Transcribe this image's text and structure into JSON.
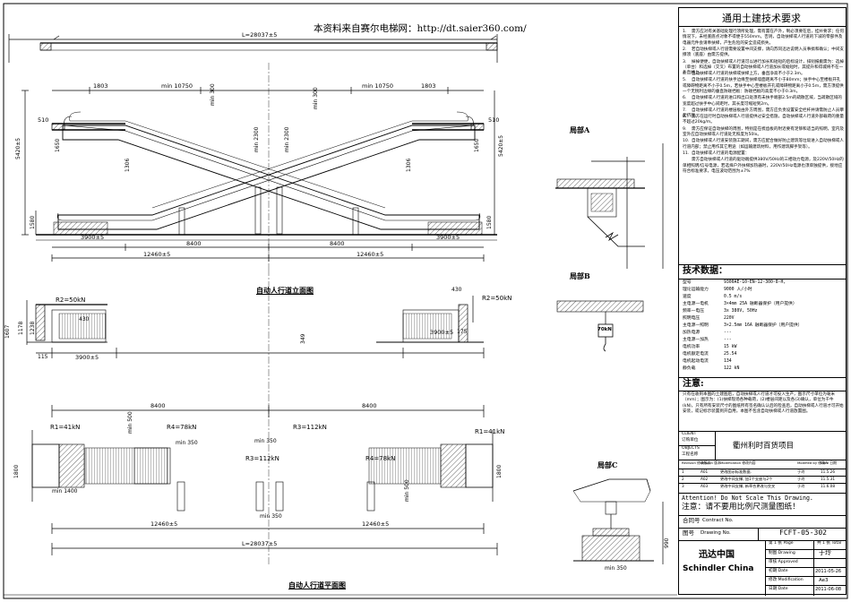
{
  "watermark": "本资料来自赛尔电梯网：http://dt.saier360.com/",
  "views": {
    "elevation_title": "自动人行道立面图",
    "plan_title": "自动人行道平面图",
    "detail_a": "局部A",
    "detail_b": "局部B",
    "detail_c": "局部C"
  },
  "dimensions": {
    "overall_top": "L=28037±5",
    "overall_bottom": "L=28037±5",
    "d1803": "1803",
    "min10750": "min 10750",
    "d510": "510",
    "d5420": "5420±5",
    "d8400": "8400",
    "d12460": "12460±5",
    "d3900": "3900±5",
    "d430": "430",
    "d1178": "1178",
    "d1238": "1238",
    "d1607": "1607",
    "d175": "175",
    "d115": "115",
    "d349": "349",
    "d1800": "1800",
    "min1400": "min 1400",
    "min350": "min 350",
    "min500": "min 500",
    "min300": "min 300",
    "min2300": "min 2300",
    "d1650": "1650",
    "d1306": "1306",
    "d1580": "1580",
    "d990": "990"
  },
  "loads": {
    "r2_top": "R2=50kN",
    "r2_left": "R2=50kN",
    "r1_left": "R1=41kN",
    "r4_left": "R4=78kN",
    "r3_left": "R3=112kN",
    "r3_mid": "R3=112kN",
    "r4_right": "R4=78kN",
    "r1_right": "R1=41kN",
    "detail_b_load": "70kN"
  },
  "requirements": {
    "title": "通用土建技术要求",
    "items": [
      {
        "n": "1.",
        "text": "需方应对有关基础处理行须所处理，需有置在产外，制必须要在后，挂补要求；任何情况下，未经底底点对象不得便于550mm。否则，自动扶梯或人行道的下减的零部件及电器元件会请奉扶梯，产生危险的安全造成损失。"
      },
      {
        "n": "2.",
        "text": "若自动扶梯或人行道需要设置中间支撑，请向苏同迅达说明入员事搞和确认；中间支撑须（底座）由需方提供。"
      },
      {
        "n": "3.",
        "text": "掉掉便便，自动扶梯或人行道可以进行加长和短短的后标设计，排别报搬需为：选掉（单台）和选掉（交叉）布置的自动扶梯或人行道加长或缩短时，其提升和得城将不在一条直线上。"
      },
      {
        "n": "4.",
        "text": "自动扶梯或人行道的扶梯或扶梯上方，垂直净高不小于2.3m。"
      },
      {
        "n": "5.",
        "text": "自动扶梯或人行道的扶手边缘至扶梯墙面距离不小于80mm；扶手中心至楼板开孔或障碍物距离不小于0.5m，若扶手中心至楼板开孔或障碍物距离小于0.5m，需方须提供一个无锐利边缘的垂直防碰挡板：防碰挡板的高度不小于0.3m。"
      },
      {
        "n": "6.",
        "text": "自动扶梯或人行道的进口和出口处须有未扶手端部2.5m的疏散区域，当疏散区域的宽度超过扶手中心间距时，其长度可缩短到2m。"
      },
      {
        "n": "7.",
        "text": "自动扶梯或人行道的楼层板由外方周围，需方应负责设置安全栏杆并请需防止人员攀爬挤压。"
      },
      {
        "n": "8.",
        "text": "需方在运行时自动扶梯或人行道提供过安全措施，自动扶梯或人行道外部载荷的重量不超过20kg/m。"
      },
      {
        "n": "9.",
        "text": "需方应保证自动扶梯的周围，特别是在梳齿板的附近要有足够和适当的照明，室内及室外应自动扶梯或人行道处无照度为50lx。"
      },
      {
        "n": "10.",
        "text": "自动扶梯或人行道安装施工期间，需方应配合做好防止建筑等垃圾进入自动扶梯或人行道内部；禁止用作其它用途（如运输建筑材料，用作建筑脚手架等）。"
      },
      {
        "n": "11.",
        "text": "自动扶梯或人行道的电源配置："
      },
      {
        "n": "",
        "text": "需方自动扶梯或人行道的驱动端提供380V/50Hz的三相动力电源，及220V/50Hz的单相照明/信号电源，若选择户外扶梯加热器时，220V/50Hz电源也须单独提供，接地应符合标准要求，电压波动范围为±7%"
      }
    ]
  },
  "tech_data": {
    "title": "技术数据：",
    "rows": [
      {
        "label": "型号",
        "value": "9300AE-10-EN-12-300-8-H,"
      },
      {
        "label": "理论运输能力",
        "value": "9000 人/小时"
      },
      {
        "label": "速度",
        "value": "0.5 m/s"
      },
      {
        "label": "主电源—电机",
        "value": "3×4mm   25A 融断器保护（用户提供）"
      },
      {
        "label": "频率—电压",
        "value": "3x 380V, 50Hz"
      },
      {
        "label": "照明电压",
        "value": "220V"
      },
      {
        "label": "主电源—照明",
        "value": "3×2.5mm    16A 融断器保护（用户提供）"
      },
      {
        "label": "加热电源",
        "value": "---"
      },
      {
        "label": "主电源—加热",
        "value": "---"
      },
      {
        "label": "电机功率",
        "value": "15 kW"
      },
      {
        "label": "电机额定电流",
        "value": "25.54"
      },
      {
        "label": "电机起动电流",
        "value": "134"
      },
      {
        "label": "静负载",
        "value": "122 kN"
      }
    ]
  },
  "notes": {
    "title": "注意:",
    "text": "只有在收到本图的土建图后，自动扶梯或人行道才可投入生产，图示尺寸单位为毫米（mm）；图示为：(1)扶梯现场各种载荷，(2)楼层间距以及各(3)确认，单位为千牛(kN)，只有所有安装尺寸的图纸所有签名确认认后的检查后，自动扶梯或人行道才可开始安装，或记标示装置到开自用，本图不包含自动扶梯或人行道放置图。"
  },
  "title_block": {
    "client_label": "CLIENT",
    "client_cn": "订购单位",
    "object_label": "OBJECTS",
    "project_label": "工程名称",
    "project_name": "衢州利时百货项目",
    "rev_headers": [
      "Revision 修改版次",
      "Version 版本",
      "Modification 修改内容",
      "Modified by 修改人",
      "Date 日期"
    ],
    "revisions": [
      {
        "rev": "1",
        "ver": "A01",
        "mod": "更改图示标准数据.",
        "by": "于玲",
        "date": "11.5.26"
      },
      {
        "rev": "2",
        "ver": "A02",
        "mod": "更改中间支撑, 加1个支座与2个",
        "by": "于玲",
        "date": "11.5.31"
      },
      {
        "rev": "3",
        "ver": "A03",
        "mod": "更改中间支撑, 新草合更改与交叉",
        "by": "于玲",
        "date": "11.6.08"
      }
    ],
    "attention_en": "Attention! Do Not Scale This Drawing.",
    "attention_cn": "注意：请不要用比例尺测量图纸！",
    "contract_cn": "合同号",
    "contract_en": "Contract No.",
    "drawing_cn": "图号",
    "drawing_en": "Drawing No.",
    "drawing_no": "FCFT-05-302",
    "page_label": "第 1 张 Page",
    "total_label": "共 1 张 Total",
    "company_cn": "迅达中国",
    "company_en": "Schindler China",
    "drawn_label": "制图 Drawing",
    "drawn_value": "于玲",
    "approved_label": "审核 Approved",
    "first_date_label": "初期 Date",
    "first_date": "2011-05-26",
    "mod_label": "修改 Modification",
    "mod_value": "Ae3",
    "date_label": "日期 Date",
    "date_value": "2011-06-08"
  }
}
